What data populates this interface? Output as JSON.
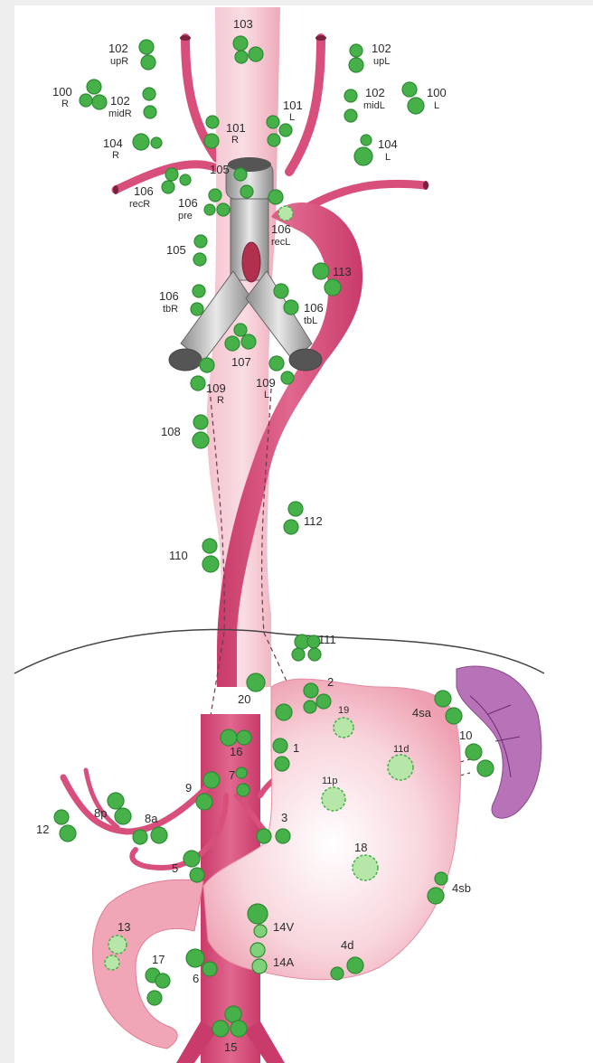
{
  "labels": {
    "l103": "103",
    "l102upR_n": "102",
    "l102upR_s": "upR",
    "l102upL_n": "102",
    "l102upL_s": "upL",
    "l100R_n": "100",
    "l100R_s": "R",
    "l102midR_n": "102",
    "l102midR_s": "midR",
    "l101L_n": "101",
    "l101L_s": "L",
    "l102midL_n": "102",
    "l102midL_s": "midL",
    "l100L_n": "100",
    "l100L_s": "L",
    "l101R_n": "101",
    "l101R_s": "R",
    "l104R_n": "104",
    "l104R_s": "R",
    "l104L_n": "104",
    "l104L_s": "L",
    "l105": "105",
    "l106recR_n": "106",
    "l106recR_s": "recR",
    "l106pre_n": "106",
    "l106pre_s": "pre",
    "l106recL_n": "106",
    "l106recL_s": "recL",
    "l105b": "105",
    "l113": "113",
    "l106tbR_n": "106",
    "l106tbR_s": "tbR",
    "l106tbL_n": "106",
    "l106tbL_s": "tbL",
    "l107": "107",
    "l109R_n": "109",
    "l109R_s": "R",
    "l109L_n": "109",
    "l109L_s": "L",
    "l108": "108",
    "l112": "112",
    "l110": "110",
    "l111": "111",
    "l2": "2",
    "l20": "20",
    "l19": "19",
    "l4sa": "4sa",
    "l10": "10",
    "l16": "16",
    "l1": "1",
    "l11d": "11d",
    "l9": "9",
    "l7": "7",
    "l11p": "11p",
    "l8p": "8p",
    "l8a": "8a",
    "l12": "12",
    "l3": "3",
    "l18": "18",
    "l5": "5",
    "l4sb": "4sb",
    "l13": "13",
    "l14V": "14V",
    "l4d": "4d",
    "l17": "17",
    "l6": "6",
    "l14A": "14A",
    "l15": "15"
  },
  "colors": {
    "vessel": "#d94f7c",
    "vessel_dark": "#c23d69",
    "esophagus": "#f2b8c4",
    "stomach": "#f7cdd5",
    "spleen": "#b772b8",
    "node": "#46b049"
  }
}
